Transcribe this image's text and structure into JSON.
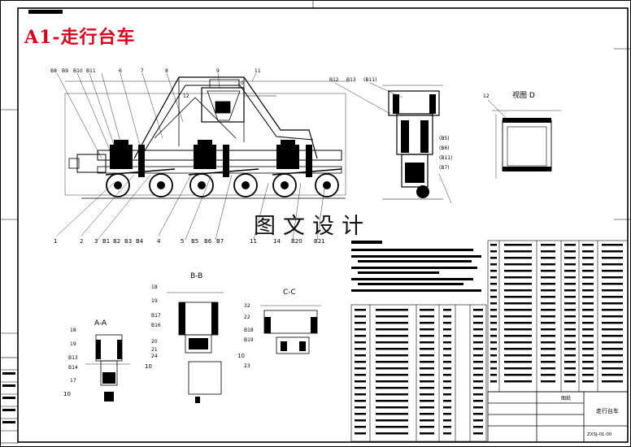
{
  "drawing": {
    "title": "A1-走行台车",
    "watermark": "图文设计",
    "sections": {
      "aa": "A-A",
      "bb": "B-B",
      "cc": "C-C",
      "view_d": "视图 D"
    },
    "main_callouts_top": [
      "B8",
      "B9",
      "B10",
      "B11",
      "6",
      "7",
      "8",
      "9",
      "10",
      "11",
      "12"
    ],
    "main_callouts_bottom": [
      "1",
      "2",
      "3",
      "B1",
      "B2",
      "B3",
      "B4",
      "4",
      "5",
      "B5",
      "B6",
      "B7",
      "11",
      "14",
      "B20",
      "B21"
    ],
    "side_callouts_top": [
      "B12",
      "B13",
      "(B11)"
    ],
    "side_callouts_right": [
      "(B5)",
      "(B6)",
      "(B11)",
      "(B7)"
    ],
    "view_d_callout": "12",
    "aa_callouts": [
      "18",
      "19",
      "B13",
      "B14",
      "17",
      "10"
    ],
    "bb_callouts": [
      "18",
      "19",
      "B17",
      "B16",
      "20",
      "21",
      "24",
      "10"
    ],
    "cc_callouts": [
      "32",
      "22",
      "B18",
      "B19",
      "23",
      "10"
    ]
  },
  "title_block": {
    "part_name": "走行台车",
    "detail_label": "图纸",
    "drawing_no": "ZXSJ-01-00"
  },
  "colors": {
    "frame": "#000000",
    "title": "#e0001b",
    "background": "#ffffff"
  }
}
